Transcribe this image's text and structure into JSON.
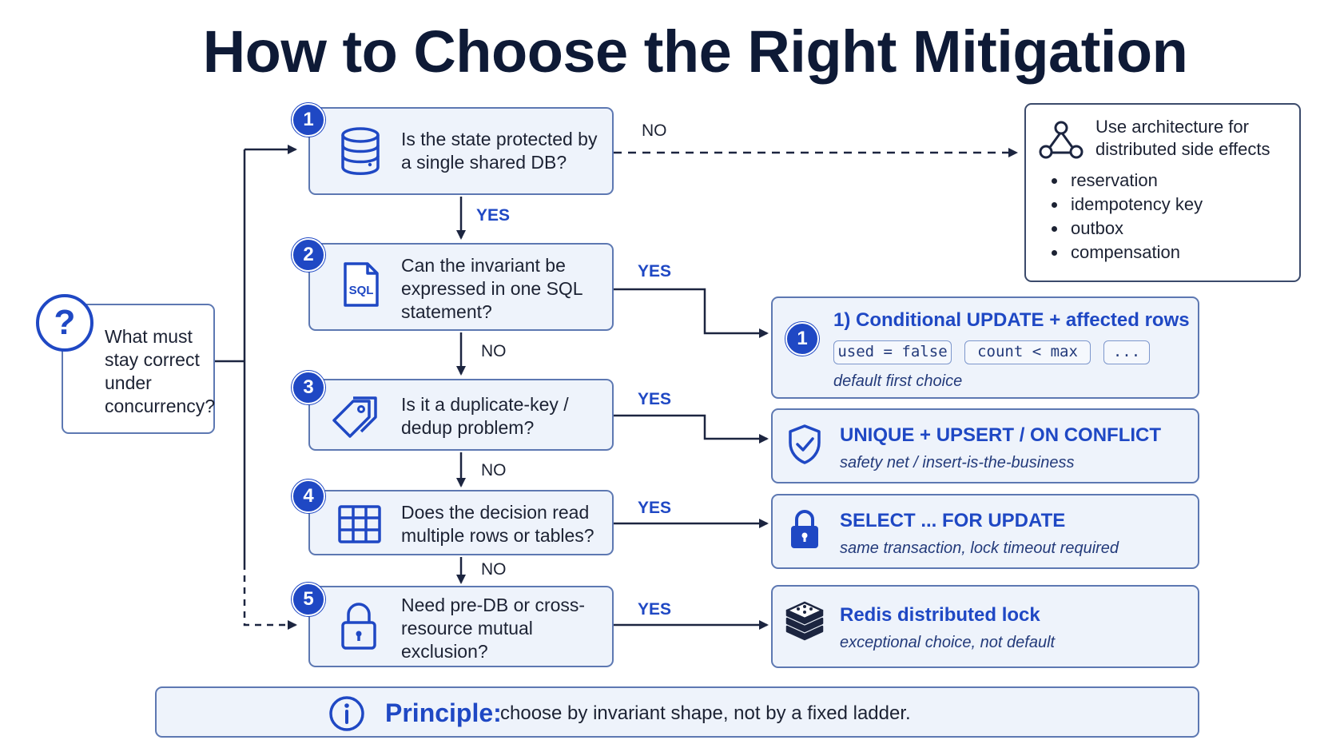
{
  "title": "How to Choose the Right Mitigation",
  "start": {
    "text": "What must stay correct under concurrency?",
    "icon": "question-circle-icon"
  },
  "questions": [
    {
      "number": "1",
      "text": "Is the state protected by a single shared DB?",
      "icon": "database-icon"
    },
    {
      "number": "2",
      "text": "Can the invariant be expressed in one SQL statement?",
      "icon": "sql-file-icon",
      "icon_text": "SQL"
    },
    {
      "number": "3",
      "text": "Is it a duplicate-key / dedup problem?",
      "icon": "tags-icon"
    },
    {
      "number": "4",
      "text": "Does the decision read multiple rows or tables?",
      "icon": "table-grid-icon"
    },
    {
      "number": "5",
      "text": "Need pre-DB or cross-resource mutual exclusion?",
      "icon": "padlock-icon"
    }
  ],
  "edge_labels": {
    "q1_no": "NO",
    "q1_yes": "YES",
    "q2_yes": "YES",
    "q2_no": "NO",
    "q3_yes": "YES",
    "q3_no": "NO",
    "q4_yes": "YES",
    "q4_no": "NO",
    "q5_yes": "YES"
  },
  "architecture": {
    "title": "Use architecture for distributed side effects",
    "icon": "network-nodes-icon",
    "items": [
      "reservation",
      "idempotency key",
      "outbox",
      "compensation"
    ]
  },
  "results": [
    {
      "badge": "1",
      "title": "1) Conditional UPDATE + affected rows",
      "chips": [
        "used = false",
        "count < max",
        "..."
      ],
      "subtitle": "default first choice"
    },
    {
      "title": "UNIQUE + UPSERT / ON CONFLICT",
      "subtitle": "safety net / insert-is-the-business",
      "icon": "shield-check-icon"
    },
    {
      "title": "SELECT ... FOR UPDATE",
      "subtitle": "same transaction, lock timeout required",
      "icon": "lock-icon"
    },
    {
      "title": "Redis distributed lock",
      "subtitle": "exceptional choice, not default",
      "icon": "redis-stack-icon"
    }
  ],
  "principle": {
    "label": "Principle:",
    "text": "choose by invariant shape, not by a fixed ladder.",
    "icon": "info-icon"
  },
  "colors": {
    "accent": "#1f48c4",
    "title": "#0e1a36",
    "box_border": "#5d78b2",
    "box_fill": "#eef3fb",
    "arrow": "#1c2540"
  }
}
